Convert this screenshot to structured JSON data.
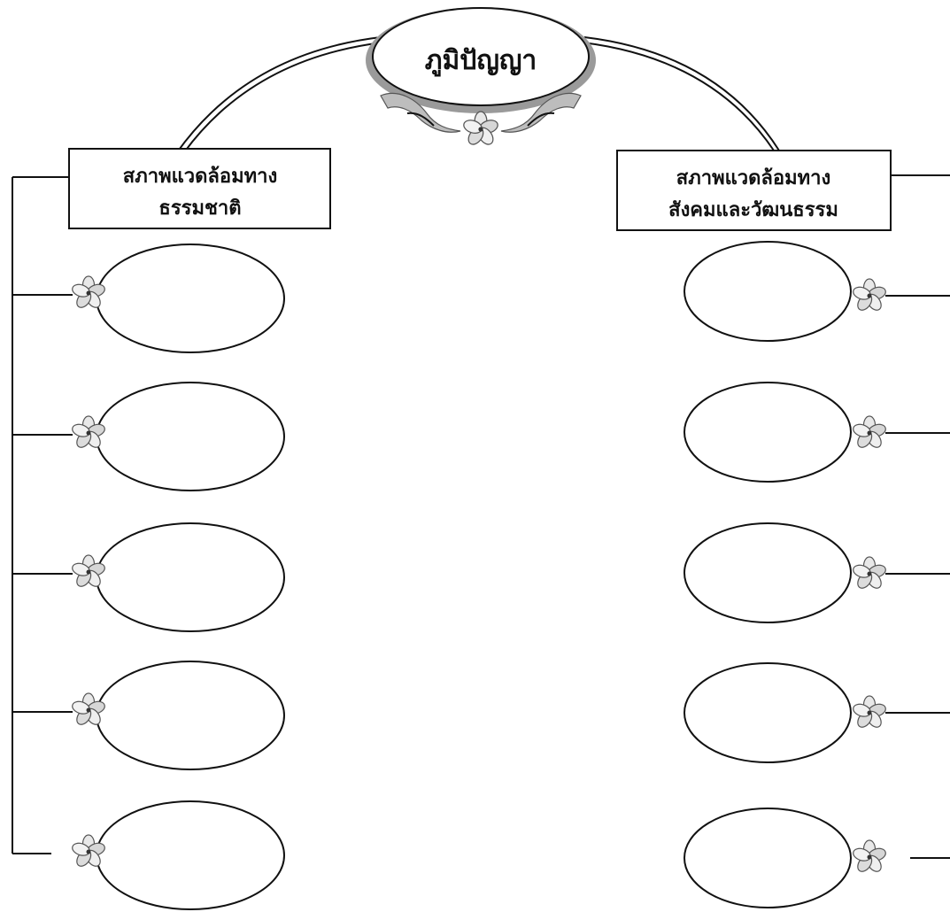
{
  "title": "ภูมิปัญญา",
  "left_branch": {
    "line1": "สภาพแวดล้อมทาง",
    "line2": "ธรรมชาติ",
    "ovals": [
      "",
      "",
      "",
      "",
      ""
    ]
  },
  "right_branch": {
    "line1": "สภาพแวดล้อมทาง",
    "line2": "สังคมและวัฒนธรรม",
    "ovals": [
      "",
      "",
      "",
      "",
      ""
    ]
  },
  "icons": {
    "flower": "frangipani-flower-icon",
    "ornament": "thai-kranok-ornament-icon"
  }
}
